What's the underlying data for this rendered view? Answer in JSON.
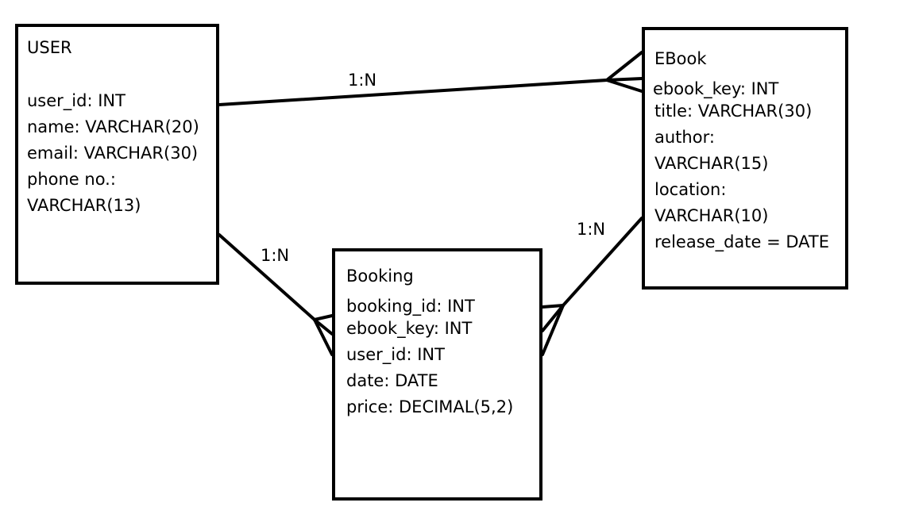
{
  "entities": {
    "user": {
      "name": "USER",
      "attributes": [
        "user_id: INT",
        "name: VARCHAR(20)",
        "email: VARCHAR(30)",
        "phone no.:",
        "VARCHAR(13)"
      ]
    },
    "ebook": {
      "name": "EBook",
      "attributes": [
        "ebook_key: INT",
        "title: VARCHAR(30)",
        "author:",
        "VARCHAR(15)",
        "location:",
        "VARCHAR(10)",
        "release_date = DATE"
      ]
    },
    "booking": {
      "name": "Booking",
      "attributes": [
        "booking_id: INT",
        "ebook_key: INT",
        "user_id: INT",
        "date: DATE",
        "price: DECIMAL(5,2)"
      ]
    }
  },
  "relationships": [
    {
      "from": "USER",
      "to": "EBook",
      "cardinality": "1:N"
    },
    {
      "from": "USER",
      "to": "Booking",
      "cardinality": "1:N"
    },
    {
      "from": "EBook",
      "to": "Booking",
      "cardinality": "1:N"
    }
  ]
}
